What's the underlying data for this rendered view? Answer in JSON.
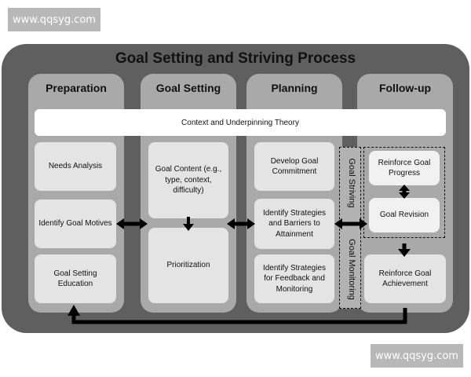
{
  "watermarks": [
    "www.qqsyg.com",
    "www.qqsyg.com"
  ],
  "diagram": {
    "title": "Goal Setting and Striving Process",
    "columns": [
      "Preparation",
      "Goal Setting",
      "Planning",
      "Follow-up"
    ],
    "context_band": "Context and Underpinning Theory",
    "preparation": [
      "Needs Analysis",
      "Identify Goal Motives",
      "Goal Setting Education"
    ],
    "goal_setting": [
      "Goal Content (e.g., type, context, difficulty)",
      "Prioritization"
    ],
    "planning": [
      "Develop Goal Commitment",
      "Identify Strategies and Barriers to Attainment",
      "Identify Strategies for Feedback and Monitoring"
    ],
    "striving_labels": [
      "Goal Striving",
      "Goal Monitoring"
    ],
    "follow_up": [
      "Reinforce Goal Progress",
      "Goal Revision",
      "Reinforce Goal Achievement"
    ]
  }
}
